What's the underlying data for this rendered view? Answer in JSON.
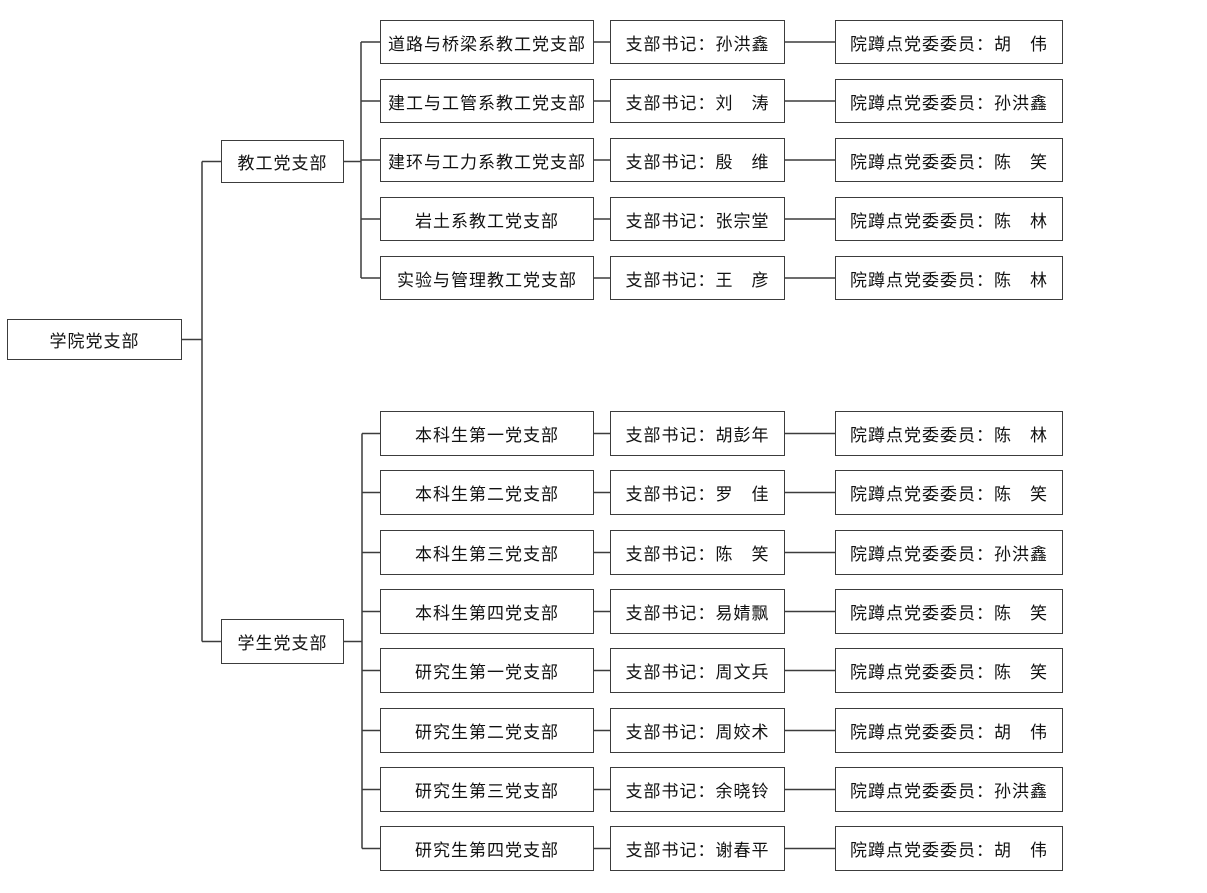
{
  "root": {
    "label": "学院党支部"
  },
  "sections": [
    {
      "branch_label": "教工党支部",
      "rows": [
        {
          "unit": "道路与桥梁系教工党支部",
          "secretary": "支部书记：孙洪鑫",
          "committee": "院蹲点党委委员：胡　伟"
        },
        {
          "unit": "建工与工管系教工党支部",
          "secretary": "支部书记：刘　涛",
          "committee": "院蹲点党委委员：孙洪鑫"
        },
        {
          "unit": "建环与工力系教工党支部",
          "secretary": "支部书记：殷　维",
          "committee": "院蹲点党委委员：陈　笑"
        },
        {
          "unit": "岩土系教工党支部",
          "secretary": "支部书记：张宗堂",
          "committee": "院蹲点党委委员：陈　林"
        },
        {
          "unit": "实验与管理教工党支部",
          "secretary": "支部书记：王　彦",
          "committee": "院蹲点党委委员：陈　林"
        }
      ]
    },
    {
      "branch_label": "学生党支部",
      "rows": [
        {
          "unit": "本科生第一党支部",
          "secretary": "支部书记：胡彭年",
          "committee": "院蹲点党委委员：陈　林"
        },
        {
          "unit": "本科生第二党支部",
          "secretary": "支部书记：罗　佳",
          "committee": "院蹲点党委委员：陈　笑"
        },
        {
          "unit": "本科生第三党支部",
          "secretary": "支部书记：陈　笑",
          "committee": "院蹲点党委委员：孙洪鑫"
        },
        {
          "unit": "本科生第四党支部",
          "secretary": "支部书记：易婧飘",
          "committee": "院蹲点党委委员：陈　笑"
        },
        {
          "unit": "研究生第一党支部",
          "secretary": "支部书记：周文兵",
          "committee": "院蹲点党委委员：陈　笑"
        },
        {
          "unit": "研究生第二党支部",
          "secretary": "支部书记：周姣术",
          "committee": "院蹲点党委委员：胡　伟"
        },
        {
          "unit": "研究生第三党支部",
          "secretary": "支部书记：余晓铃",
          "committee": "院蹲点党委委员：孙洪鑫"
        },
        {
          "unit": "研究生第四党支部",
          "secretary": "支部书记：谢春平",
          "committee": "院蹲点党委委员：胡　伟"
        }
      ]
    }
  ],
  "colors": {
    "line": "#3c3c3c",
    "border": "#3c3c3c",
    "text": "#111111",
    "background": "#ffffff"
  }
}
